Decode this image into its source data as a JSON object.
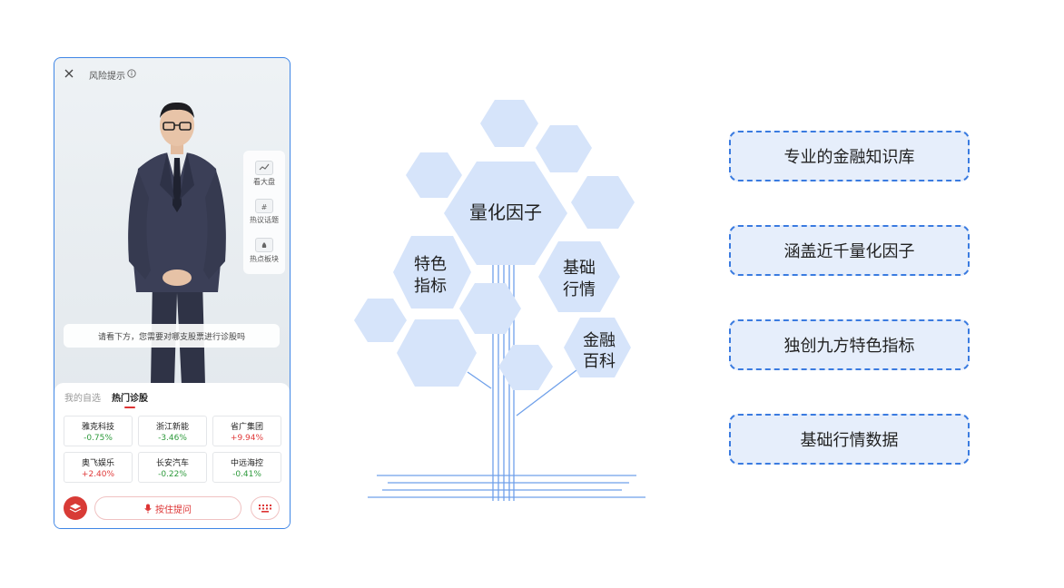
{
  "phone": {
    "header": {
      "risk_label": "风险提示"
    },
    "side_tools": [
      {
        "label": "看大盘",
        "icon": "chart-icon"
      },
      {
        "label": "热议话题",
        "icon": "topic-icon"
      },
      {
        "label": "热点板块",
        "icon": "sector-icon"
      }
    ],
    "prompt": "请看下方，您需要对哪支股票进行诊股吗",
    "tabs": {
      "watchlist": "我的自选",
      "hot": "热门诊股"
    },
    "stocks": [
      {
        "name": "雅克科技",
        "change": "-0.75%",
        "direction": "down"
      },
      {
        "name": "浙江新能",
        "change": "-3.46%",
        "direction": "down"
      },
      {
        "name": "省广集团",
        "change": "+9.94%",
        "direction": "up"
      },
      {
        "name": "奥飞娱乐",
        "change": "+2.40%",
        "direction": "up"
      },
      {
        "name": "长安汽车",
        "change": "-0.22%",
        "direction": "down"
      },
      {
        "name": "中远海控",
        "change": "-0.41%",
        "direction": "down"
      }
    ],
    "hold_button": "按住提问"
  },
  "tree": {
    "center": "量化因子",
    "left_line1": "特色",
    "left_line2": "指标",
    "right_line1": "基础",
    "right_line2": "行情",
    "bottom_line1": "金融",
    "bottom_line2": "百科"
  },
  "features": [
    "专业的金融知识库",
    "涵盖近千量化因子",
    "独创九方特色指标",
    "基础行情数据"
  ],
  "colors": {
    "accent_blue": "#3a7be0",
    "hex_fill": "#d6e4fa",
    "up_red": "#e03a3a",
    "down_green": "#2e9a3c",
    "brand_red": "#d83b36"
  }
}
